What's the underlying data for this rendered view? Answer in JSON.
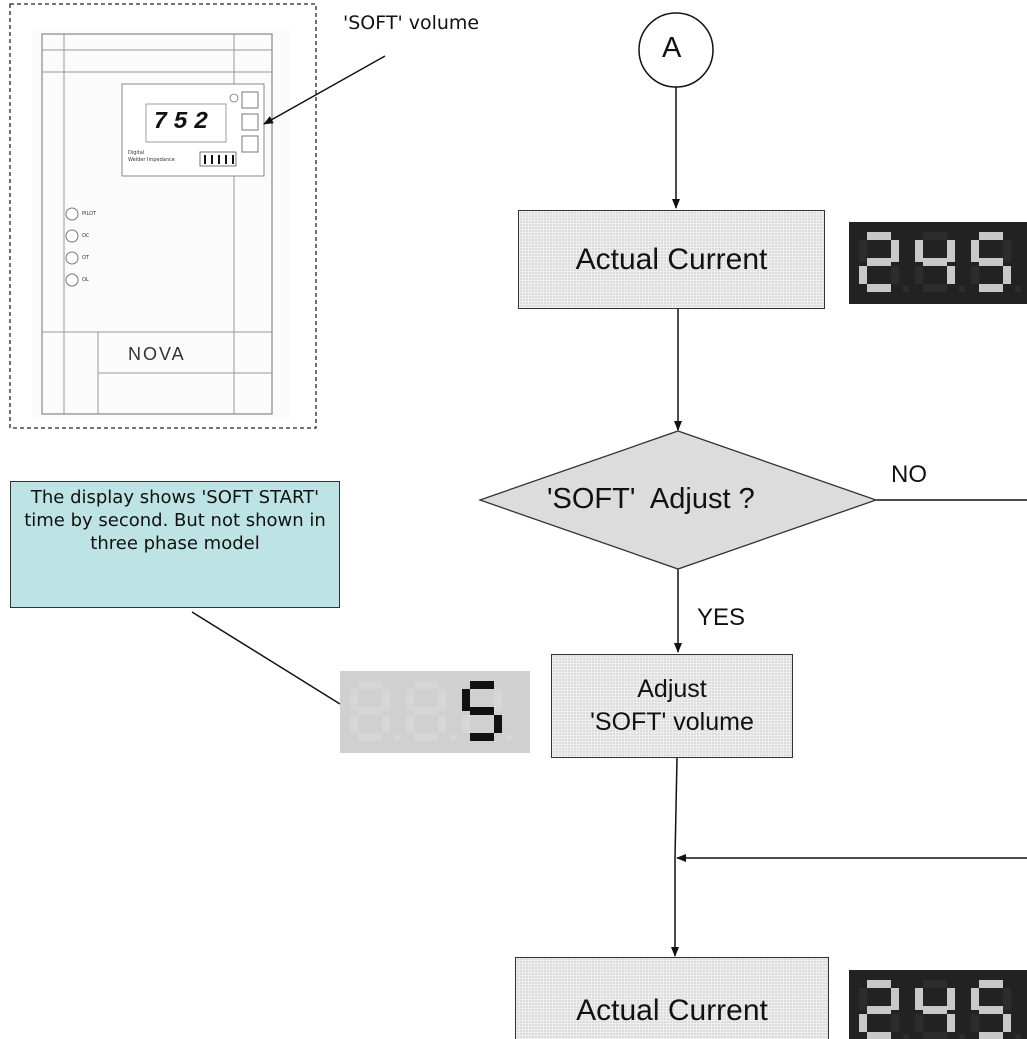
{
  "connector": {
    "label": "A"
  },
  "device": {
    "brand": "NOVA",
    "display_reading": "752",
    "callout": "'SOFT' volume",
    "indicator_labels": [
      "PILOT",
      "OC",
      "OT",
      "OL"
    ],
    "panel_labels": [
      "Digital",
      "Welder Impedance"
    ]
  },
  "flow": {
    "box1": "Actual Current",
    "decision": "'SOFT'  Adjust ?",
    "no_label": "NO",
    "yes_label": "YES",
    "box2_line1": "Adjust",
    "box2_line2": "'SOFT' volume",
    "box3": "Actual Current"
  },
  "note": {
    "text": "The display shows 'SOFT START' time by second. But not shown in three phase model"
  },
  "displays": {
    "top": "245",
    "soft": "5",
    "bottom": "245"
  },
  "colors": {
    "box_fill": "#dcdcdc",
    "note_fill": "#bde3e4",
    "lcd_bg": "#222222",
    "lcd_lit": "#c8c8c8",
    "lcd_soft_lit": "#111111",
    "lcd_dim": "#d6d6d6"
  }
}
